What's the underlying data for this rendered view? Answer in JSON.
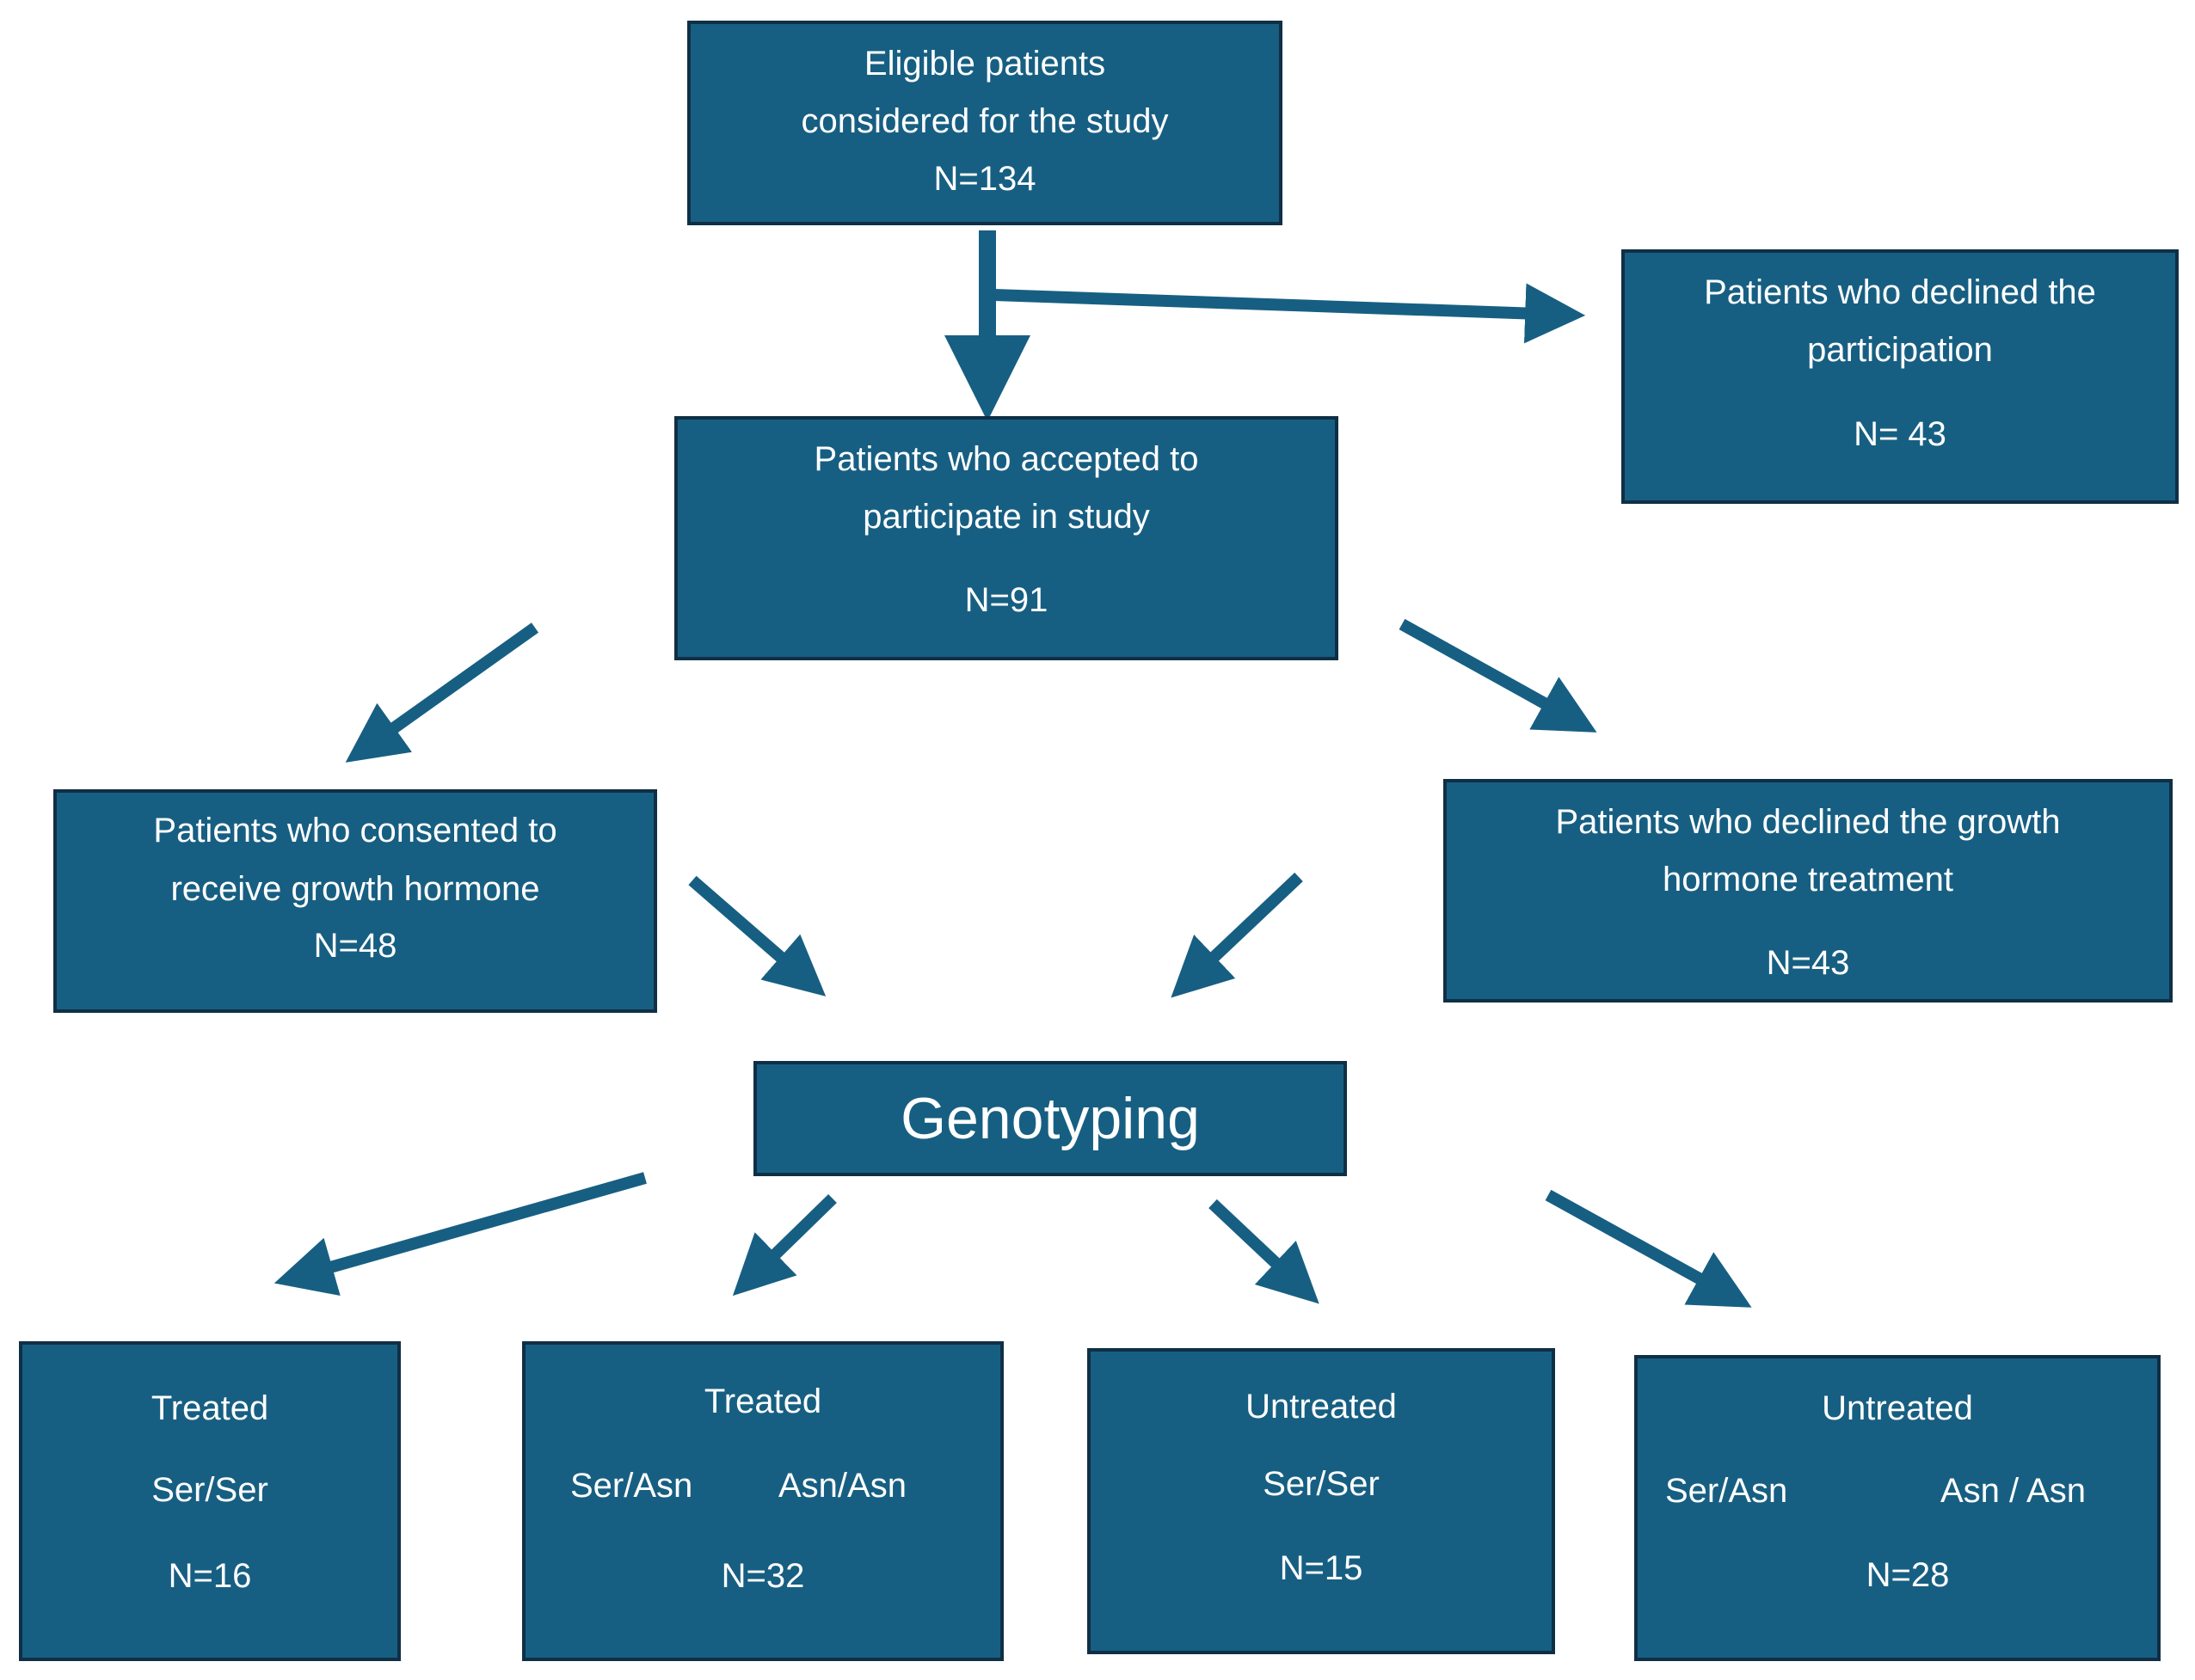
{
  "diagram": {
    "accent_color": "#175f82",
    "border_color": "#0f2f45",
    "arrow_color": "#175f82",
    "eligible": {
      "line1": "Eligible patients",
      "line2": "considered for the study",
      "n": "N=134"
    },
    "declined_participation": {
      "line1": "Patients who declined the",
      "line2": "participation",
      "n": "N= 43"
    },
    "accepted": {
      "line1": "Patients who accepted  to",
      "line2": "participate in study",
      "n": "N=91"
    },
    "consented_gh": {
      "line1": "Patients who consented to",
      "line2": "receive growth hormone",
      "n": "N=48"
    },
    "declined_gh": {
      "line1": "Patients who declined the growth",
      "line2": "hormone treatment",
      "n": "N=43"
    },
    "genotyping": {
      "label": "Genotyping"
    },
    "treated_ser_ser": {
      "status": "Treated",
      "genotype": "Ser/Ser",
      "n": "N=16"
    },
    "treated_ser_asn": {
      "status": "Treated",
      "genotype_a": "Ser/Asn",
      "genotype_b": "Asn/Asn",
      "n": "N=32"
    },
    "untreated_ser_ser": {
      "status": "Untreated",
      "genotype": "Ser/Ser",
      "n": "N=15"
    },
    "untreated_ser_asn": {
      "status": "Untreated",
      "genotype_a": "Ser/Asn",
      "genotype_b": "Asn / Asn",
      "n": "N=28"
    }
  }
}
